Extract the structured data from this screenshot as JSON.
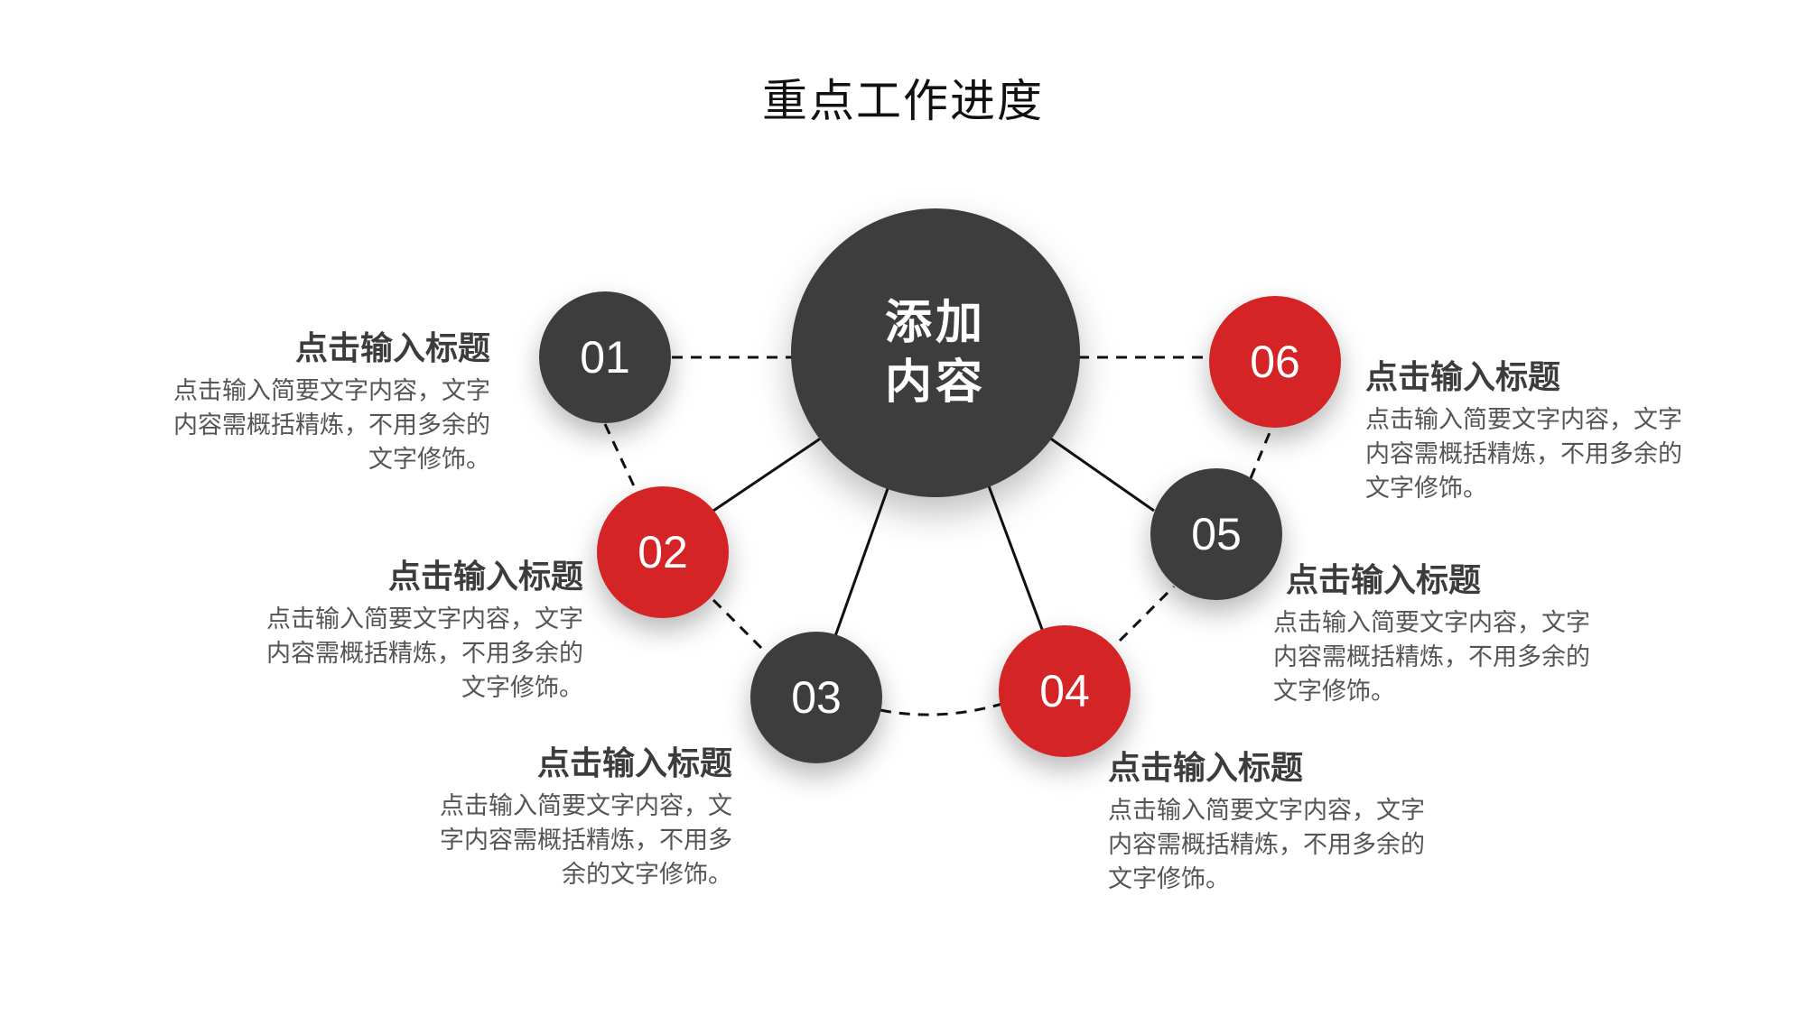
{
  "title": "重点工作进度",
  "center_label": [
    "添加",
    "内容"
  ],
  "colors": {
    "dark": "#3d3d3d",
    "red": "#d42426",
    "line": "#111111"
  },
  "nodes": [
    {
      "num": "01",
      "color": "dark",
      "heading": "点击输入标题",
      "desc": [
        "点击输入简要文字内容，文字",
        "内容需概括精炼，不用多余的",
        "文字修饰。"
      ]
    },
    {
      "num": "02",
      "color": "red",
      "heading": "点击输入标题",
      "desc": [
        "点击输入简要文字内容，文字",
        "内容需概括精炼，不用多余的",
        "文字修饰。"
      ]
    },
    {
      "num": "03",
      "color": "dark",
      "heading": "点击输入标题",
      "desc": [
        "点击输入简要文字内容，文",
        "字内容需概括精炼，不用多",
        "余的文字修饰。"
      ]
    },
    {
      "num": "04",
      "color": "red",
      "heading": "点击输入标题",
      "desc": [
        "点击输入简要文字内容，文字",
        "内容需概括精炼，不用多余的",
        "文字修饰。"
      ]
    },
    {
      "num": "05",
      "color": "dark",
      "heading": "点击输入标题",
      "desc": [
        "点击输入简要文字内容，文字",
        "内容需概括精炼，不用多余的",
        "文字修饰。"
      ]
    },
    {
      "num": "06",
      "color": "red",
      "heading": "点击输入标题",
      "desc": [
        "点击输入简要文字内容，文字",
        "内容需概括精炼，不用多余的",
        "文字修饰。"
      ]
    }
  ]
}
